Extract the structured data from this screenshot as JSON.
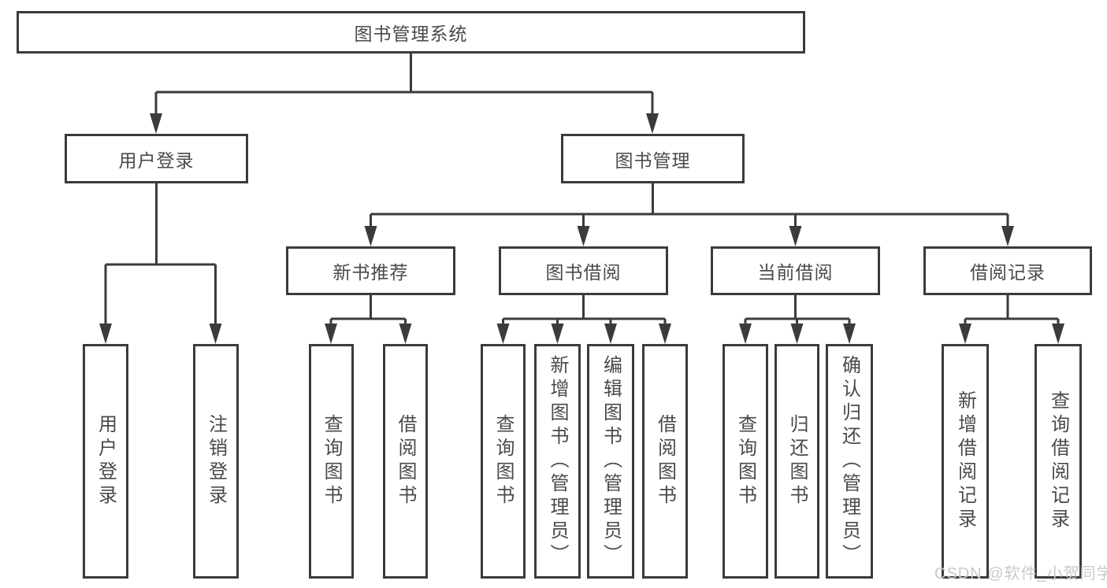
{
  "diagram": {
    "title": "图书管理系统",
    "watermark": "CSDN @软件_小贺同学",
    "colors": {
      "line": "#3b3b3b",
      "text": "#4a4a4a",
      "box_bg": "#ffffff",
      "watermark": "#c9c9c9"
    },
    "nodes": {
      "root": {
        "label": "图书管理系统"
      },
      "user_login": {
        "label": "用户登录"
      },
      "book_mgmt": {
        "label": "图书管理"
      },
      "new_book_rec": {
        "label": "新书推荐"
      },
      "book_borrow": {
        "label": "图书借阅"
      },
      "current_borrow": {
        "label": "当前借阅"
      },
      "borrow_records": {
        "label": "借阅记录"
      },
      "leaf_user_login": {
        "label": "用户登录"
      },
      "leaf_logout": {
        "label": "注销登录"
      },
      "nbr_query": {
        "label": "查询图书"
      },
      "nbr_borrow": {
        "label": "借阅图书"
      },
      "bb_query": {
        "label": "查询图书"
      },
      "bb_add": {
        "label": "新增图书（管理员）"
      },
      "bb_edit": {
        "label": "编辑图书（管理员）"
      },
      "bb_borrow": {
        "label": "借阅图书"
      },
      "cb_query": {
        "label": "查询图书"
      },
      "cb_return": {
        "label": "归还图书"
      },
      "cb_confirm": {
        "label": "确认归还（管理员）"
      },
      "br_add": {
        "label": "新增借阅记录"
      },
      "br_query": {
        "label": "查询借阅记录"
      }
    },
    "edges": [
      [
        "root",
        "user_login"
      ],
      [
        "root",
        "book_mgmt"
      ],
      [
        "user_login",
        "leaf_user_login"
      ],
      [
        "user_login",
        "leaf_logout"
      ],
      [
        "book_mgmt",
        "new_book_rec"
      ],
      [
        "book_mgmt",
        "book_borrow"
      ],
      [
        "book_mgmt",
        "current_borrow"
      ],
      [
        "book_mgmt",
        "borrow_records"
      ],
      [
        "new_book_rec",
        "nbr_query"
      ],
      [
        "new_book_rec",
        "nbr_borrow"
      ],
      [
        "book_borrow",
        "bb_query"
      ],
      [
        "book_borrow",
        "bb_add"
      ],
      [
        "book_borrow",
        "bb_edit"
      ],
      [
        "book_borrow",
        "bb_borrow"
      ],
      [
        "current_borrow",
        "cb_query"
      ],
      [
        "current_borrow",
        "cb_return"
      ],
      [
        "current_borrow",
        "cb_confirm"
      ],
      [
        "borrow_records",
        "br_add"
      ],
      [
        "borrow_records",
        "br_query"
      ]
    ]
  }
}
